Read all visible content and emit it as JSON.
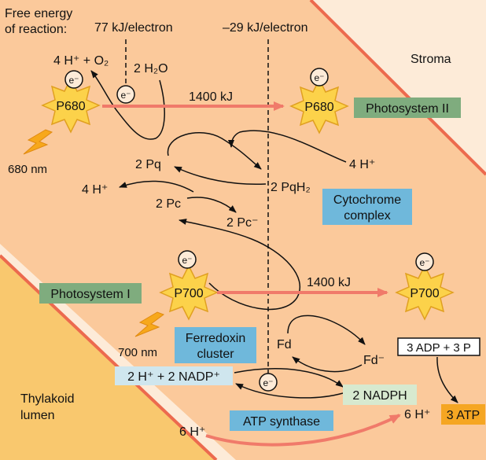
{
  "colors": {
    "stroma_bg": "#fdebd8",
    "membrane_band": "#fbc99b",
    "lumen_bg": "#f9c86e",
    "membrane_edge": "#ec6a4e",
    "photosystem_star": "#fcd24a",
    "photosystem_box": "#7fac7e",
    "cytochrome_box": "#6fb8db",
    "nadp_box": "#cfe6ee",
    "nadph_box": "#d7e9cf",
    "atp_box": "#f5a623",
    "energy_arrow": "#f07a6a",
    "lightning": "#f7a81b"
  },
  "labels": {
    "free_energy_line1": "Free energy",
    "free_energy_line2": "of reaction:",
    "energy_left": "77 kJ/electron",
    "energy_right": "–29 kJ/electron",
    "stroma": "Stroma",
    "thylakoid_line1": "Thylakoid",
    "thylakoid_line2": "lumen",
    "four_h_o2": "4 H⁺ + O₂",
    "two_h2o": "2 H₂O",
    "electron": "e⁻",
    "p680": "P680",
    "p700": "P700",
    "energy_1400_top": "1400 kJ",
    "energy_1400_bottom": "1400 kJ",
    "photosystem_ii": "Photosystem II",
    "photosystem_i": "Photosystem I",
    "nm_680": "680 nm",
    "nm_700": "700 nm",
    "two_pq": "2 Pq",
    "two_pqh2": "2 PqH₂",
    "four_h_right": "4 H⁺",
    "four_h_left": "4 H⁺",
    "two_pc": "2 Pc",
    "two_pc_minus": "2 Pc⁻",
    "cytochrome_line1": "Cytochrome",
    "cytochrome_line2": "complex",
    "ferredoxin_line1": "Ferredoxin",
    "ferredoxin_line2": "cluster",
    "fd": "Fd",
    "fd_minus": "Fd⁻",
    "nadp": "2 H⁺ + 2 NADP⁺",
    "nadph": "2 NADPH",
    "adp": "3 ADP + 3 P",
    "atp": "3 ATP",
    "six_h_left": "6 H⁺",
    "six_h_right": "6 H⁺",
    "atp_synthase": "ATP synthase"
  }
}
